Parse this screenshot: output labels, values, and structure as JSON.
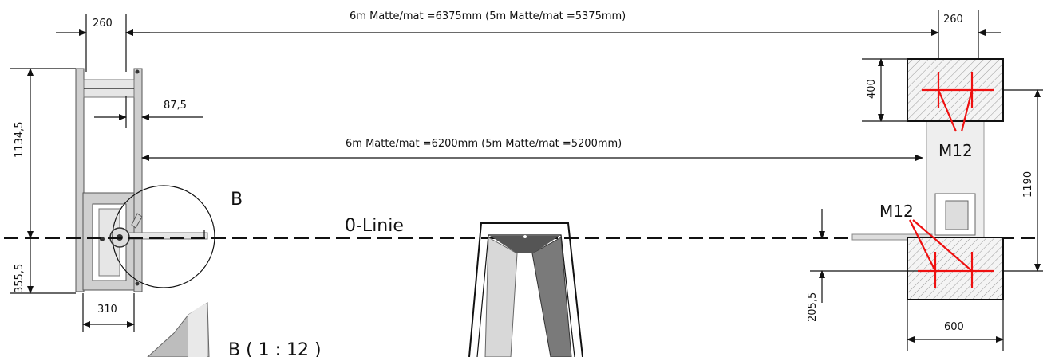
{
  "labels": {
    "top_width_left": "260",
    "top_width_right": "260",
    "outer_distance": "6m Matte/mat =6375mm (5m Matte/mat =5375mm)",
    "inner_distance": "6m Matte/mat =6200mm (5m Matte/mat =5200mm)",
    "offset_875": "87,5",
    "height_upper": "1134,5",
    "height_lower": "355,5",
    "bottom_width_left": "310",
    "block_height": "400",
    "block_spacing": "1190",
    "lower_offset": "205,5",
    "block_width": "600",
    "zero_line": "0-Linie",
    "detail_marker": "B",
    "detail_title": "B ( 1 : 12 )",
    "bolt_upper": "M12",
    "bolt_lower": "M12"
  },
  "colors": {
    "lines": "#111111",
    "bolt_markers": "#ee1111",
    "steel": "#cfcfcf"
  }
}
